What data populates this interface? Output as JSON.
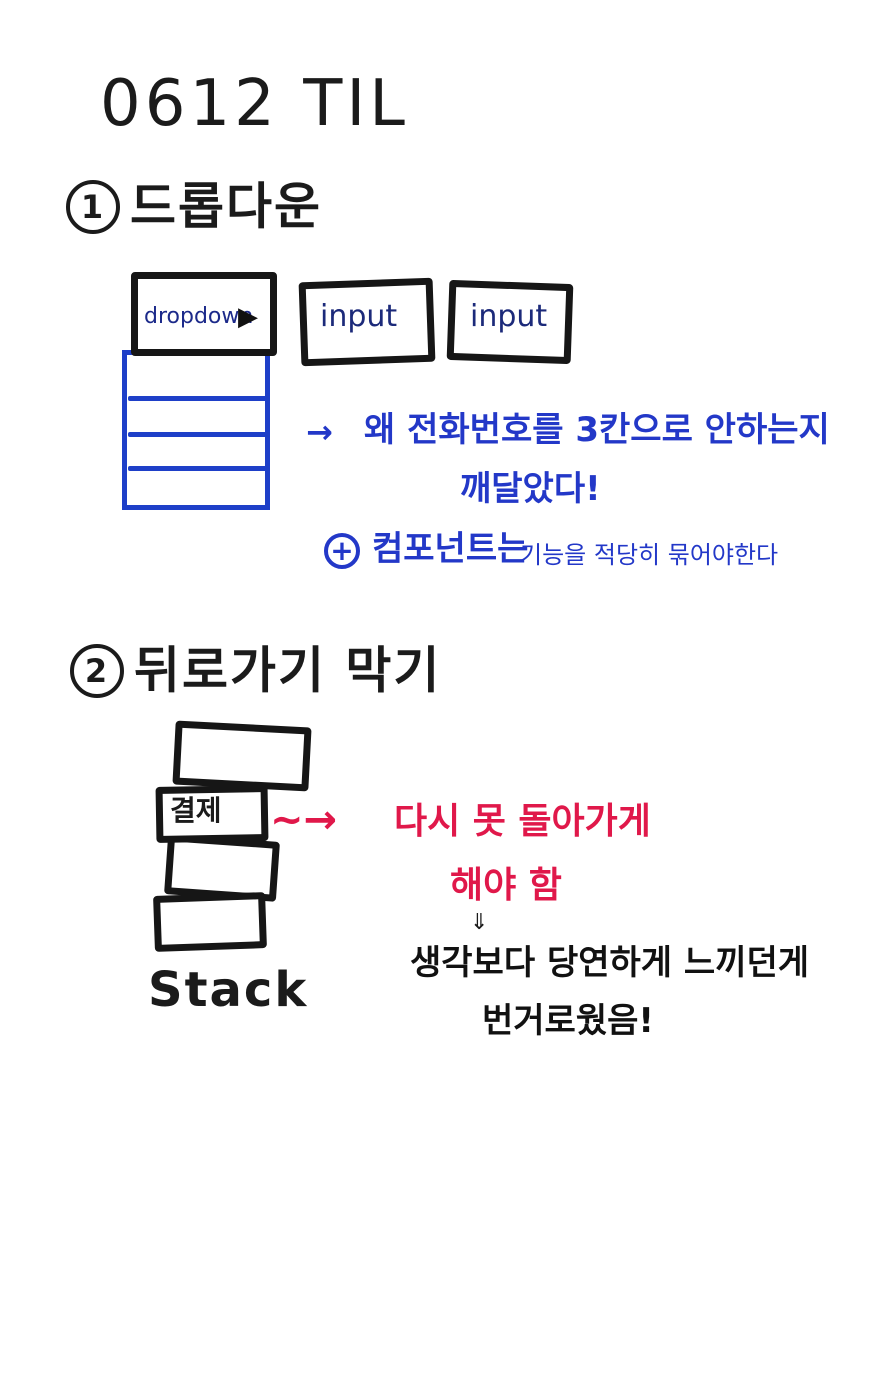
{
  "title": "0612 TIL",
  "section1": {
    "number": "1",
    "heading": "드롭다운",
    "dropdown_label": "dropdown",
    "dropdown_arrow": "▶",
    "input1_label": "input",
    "input2_label": "input",
    "note1_arrow": "→",
    "note1_line1": "왜 전화번호를 3칸으로 안하는지",
    "note1_line2": "깨달았다!",
    "note2_plus": "+",
    "note2_bold": "컴포넌트는",
    "note2_thin": "기능을 적당히 묶어야한다"
  },
  "section2": {
    "number": "2",
    "heading": "뒤로가기  막기",
    "stack_item_label": "결제",
    "stack_caption": "Stack",
    "red_arrow": "~→",
    "red_line1": "다시 못 돌아가게",
    "red_line2": "해야 함",
    "down_arrow": "⇓",
    "black_line1": "생각보다 당연하게 느끼던게",
    "black_line2": "번거로웠음!"
  },
  "colors": {
    "ink_black": "#1b1b1b",
    "ink_blue": "#2338c8",
    "dropdown_blue": "#1e3fc8",
    "ink_red": "#e0184a"
  }
}
